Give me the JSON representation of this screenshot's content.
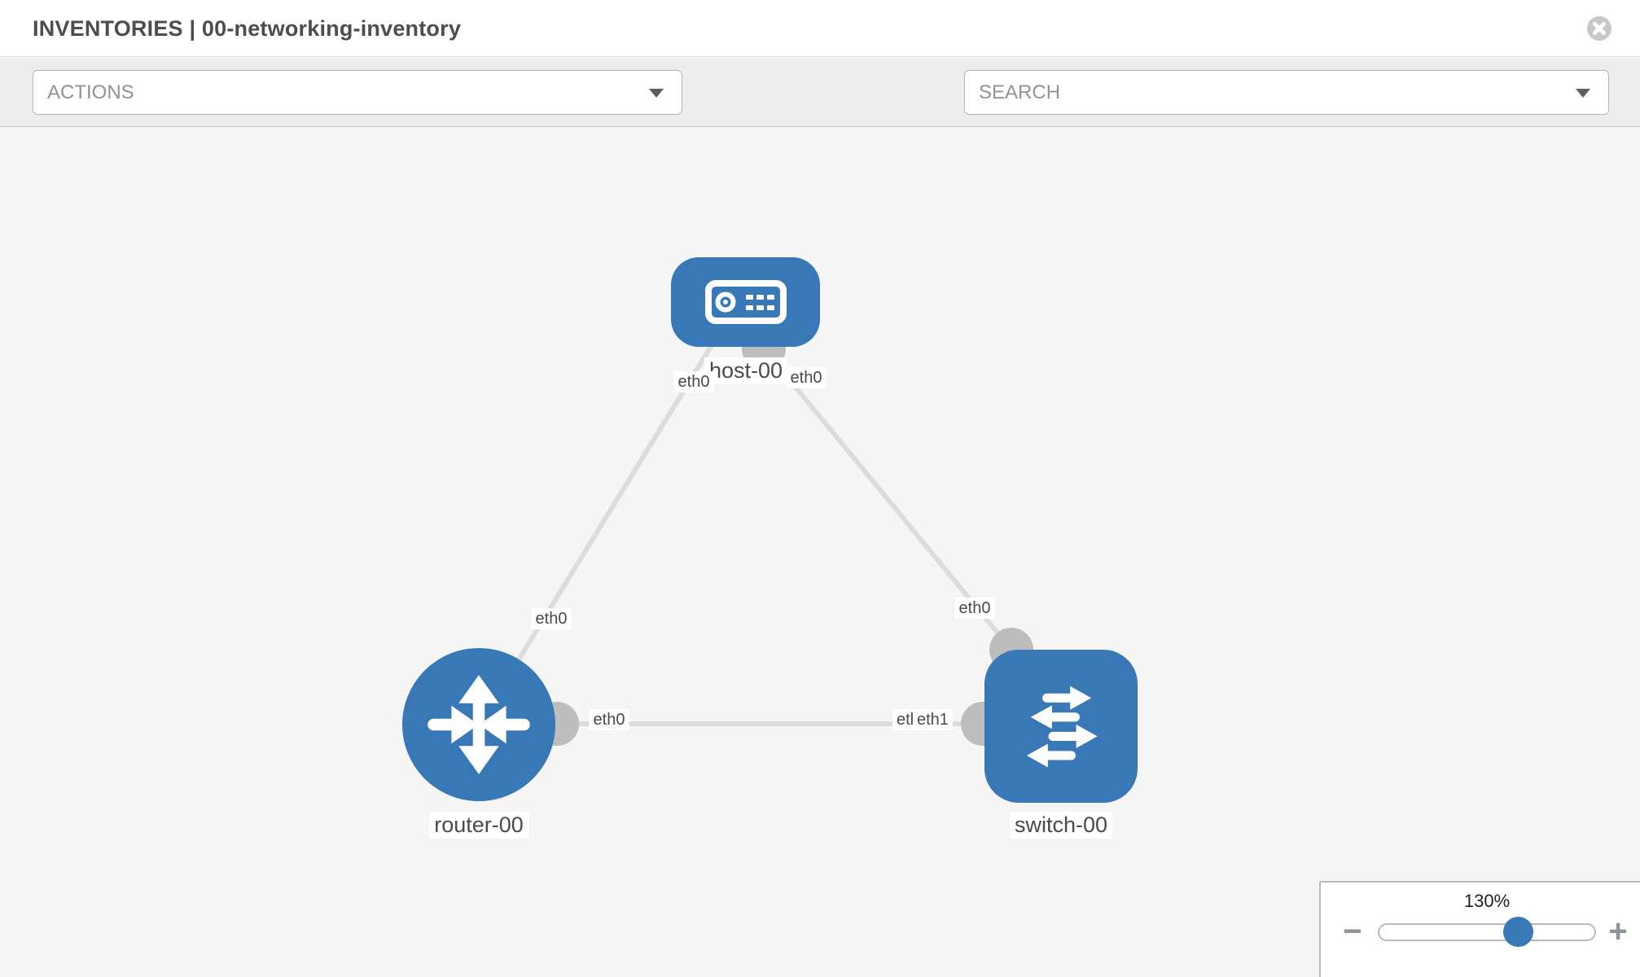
{
  "header": {
    "title": "INVENTORIES | 00-networking-inventory"
  },
  "toolbar": {
    "actions_label": "ACTIONS",
    "search_placeholder": "SEARCH"
  },
  "topology": {
    "nodes": [
      {
        "label": "host-00",
        "type": "host"
      },
      {
        "label": "router-00",
        "type": "router"
      },
      {
        "label": "switch-00",
        "type": "switch"
      }
    ],
    "links": [
      {
        "from": "router-00",
        "from_iface": "eth0",
        "to": "host-00",
        "to_iface": "eth0"
      },
      {
        "from": "host-00",
        "from_iface": "eth0",
        "to": "switch-00",
        "to_iface": "eth0"
      },
      {
        "from": "router-00",
        "from_iface": "eth0",
        "to": "switch-00",
        "to_iface": "eth1",
        "overlapped_label": "eth0"
      }
    ]
  },
  "zoom_control": {
    "level": "130%",
    "minus_label": "−",
    "plus_label": "+"
  },
  "colors": {
    "node_blue": "#3878b6",
    "link_gray": "#dcdcdc",
    "port_gray": "#bdbdbd",
    "toolbar_gray": "#ececec"
  }
}
